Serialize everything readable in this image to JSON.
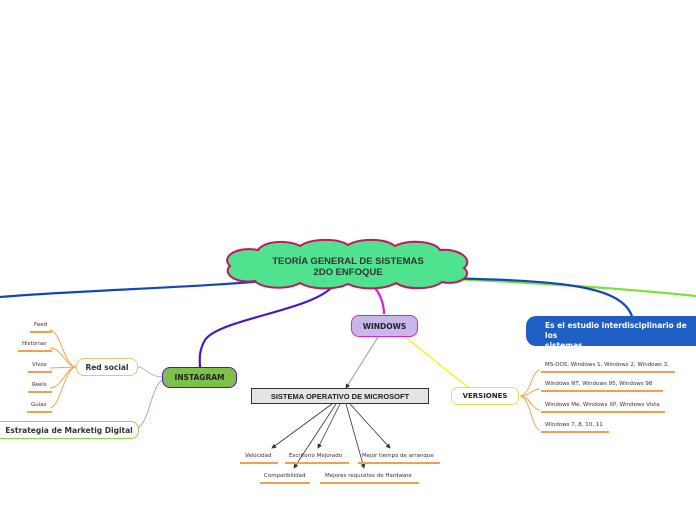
{
  "central": {
    "line1": "TEORÍA GENERAL DE SISTEMAS",
    "line2": "2DO ENFOQUE"
  },
  "windows": "WINDOWS",
  "instagram": "INSTAGRAM",
  "sistema_operativo": "SISTEMA OPERATIVO DE MICROSOFT",
  "versiones": "VERSIONES",
  "red_social": "Red social",
  "estrategia": "Estrategia de Marketig Digital",
  "definicion": {
    "line1": "Es el estudio interdisciplinario de los",
    "line2": "sistemas"
  },
  "red_social_items": [
    "Feed",
    "Historias",
    "Vivos",
    "Reels",
    "Guias"
  ],
  "so_items": {
    "velocidad": "Velocidad",
    "escritorio": "Escritorio Mejorado",
    "arranque": "Mejor tiempo de arranque",
    "compatibilidad": "Compatibilidad",
    "hardware": "Mejores requisitos de Hardware"
  },
  "versiones_items": [
    "MS-DOS, Windows 1, Windows 2, Windows 3,",
    "Windows NT, Windows 95, Windows 98",
    "Windows Me, Windows XP, Windows Vista",
    "Windows 7, 8, 10, 11"
  ],
  "colors": {
    "central_fill": "#4fe38f",
    "central_border": "#c2185b",
    "windows_fill": "#c8b8ea",
    "instagram_fill": "#7fc04a",
    "definicion_fill": "#1f5fc4",
    "branch_purple": "#4b16c8",
    "branch_magenta": "#d620d6",
    "branch_green": "#7ee03a",
    "branch_blue": "#1546b8",
    "branch_yellow": "#f4f400",
    "leaf_orange": "#f4a54a"
  }
}
